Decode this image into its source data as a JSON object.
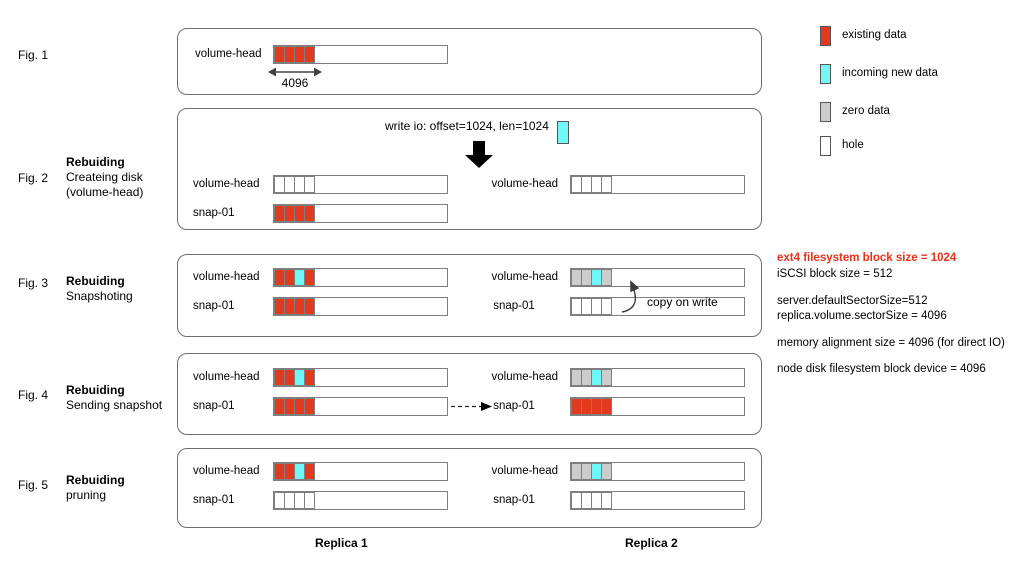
{
  "palette": {
    "existing": "#e23a1e",
    "incoming": "#70f7f7",
    "zero": "#cccccc",
    "hole": "#ffffff"
  },
  "legend": {
    "items": [
      {
        "type": "existing",
        "label": "existing data"
      },
      {
        "type": "incoming",
        "label": "incoming new data"
      },
      {
        "type": "zero",
        "label": "zero data"
      },
      {
        "type": "hole",
        "label": "hole"
      }
    ]
  },
  "notes": {
    "highlight_color": "#e8321c",
    "lines": [
      "ext4 filesystem block size = 1024",
      "iSCSI block size = 512",
      "server.defaultSectorSize=512",
      "replica.volume.sectorSize = 4096",
      "memory alignment size = 4096 (for direct IO)",
      "node disk filesystem block device = 4096"
    ]
  },
  "footer": {
    "replica1_label": "Replica 1",
    "replica2_label": "Replica 2"
  },
  "figures": {
    "fig1": {
      "label": "Fig. 1",
      "arrow_label": "4096",
      "row_vh": {
        "label": "volume-head",
        "cells": [
          "existing",
          "existing",
          "existing",
          "existing"
        ]
      }
    },
    "fig2": {
      "label": "Fig. 2",
      "caption": {
        "bold": "Rebuiding",
        "line2": "Createing disk",
        "line3": "(volume-head)"
      },
      "write_io_label": "write io: offset=1024, len=1024",
      "write_block_cells": [
        "incoming"
      ],
      "left_vh": {
        "label": "volume-head",
        "cells": [
          "hole",
          "hole",
          "hole",
          "hole"
        ]
      },
      "left_snap": {
        "label": "snap-01",
        "cells": [
          "existing",
          "existing",
          "existing",
          "existing"
        ]
      },
      "right_vh": {
        "label": "volume-head",
        "cells": [
          "hole",
          "hole",
          "hole",
          "hole"
        ]
      }
    },
    "fig3": {
      "label": "Fig. 3",
      "caption": {
        "bold": "Rebuiding",
        "line2": "Snapshoting"
      },
      "copy_on_write_label": "copy on write",
      "left_vh": {
        "label": "volume-head",
        "cells": [
          "existing",
          "existing",
          "incoming",
          "existing"
        ]
      },
      "left_snap": {
        "label": "snap-01",
        "cells": [
          "existing",
          "existing",
          "existing",
          "existing"
        ]
      },
      "right_vh": {
        "label": "volume-head",
        "cells": [
          "zero",
          "zero",
          "incoming",
          "zero"
        ]
      },
      "right_snap": {
        "label": "snap-01",
        "cells": [
          "hole",
          "hole",
          "hole",
          "hole"
        ]
      }
    },
    "fig4": {
      "label": "Fig. 4",
      "caption": {
        "bold": "Rebuiding",
        "line2": "Sending snapshot"
      },
      "left_vh": {
        "label": "volume-head",
        "cells": [
          "existing",
          "existing",
          "incoming",
          "existing"
        ]
      },
      "left_snap": {
        "label": "snap-01",
        "cells": [
          "existing",
          "existing",
          "existing",
          "existing"
        ]
      },
      "right_vh": {
        "label": "volume-head",
        "cells": [
          "zero",
          "zero",
          "incoming",
          "zero"
        ]
      },
      "right_snap": {
        "label": "snap-01",
        "cells": [
          "existing",
          "existing",
          "existing",
          "existing"
        ]
      }
    },
    "fig5": {
      "label": "Fig. 5",
      "caption": {
        "bold": "Rebuiding",
        "line2": "pruning"
      },
      "left_vh": {
        "label": "volume-head",
        "cells": [
          "existing",
          "existing",
          "incoming",
          "existing"
        ]
      },
      "left_snap": {
        "label": "snap-01",
        "cells": [
          "hole",
          "hole",
          "hole",
          "hole"
        ]
      },
      "right_vh": {
        "label": "volume-head",
        "cells": [
          "zero",
          "zero",
          "incoming",
          "zero"
        ]
      },
      "right_snap": {
        "label": "snap-01",
        "cells": [
          "hole",
          "hole",
          "hole",
          "hole"
        ]
      }
    }
  }
}
